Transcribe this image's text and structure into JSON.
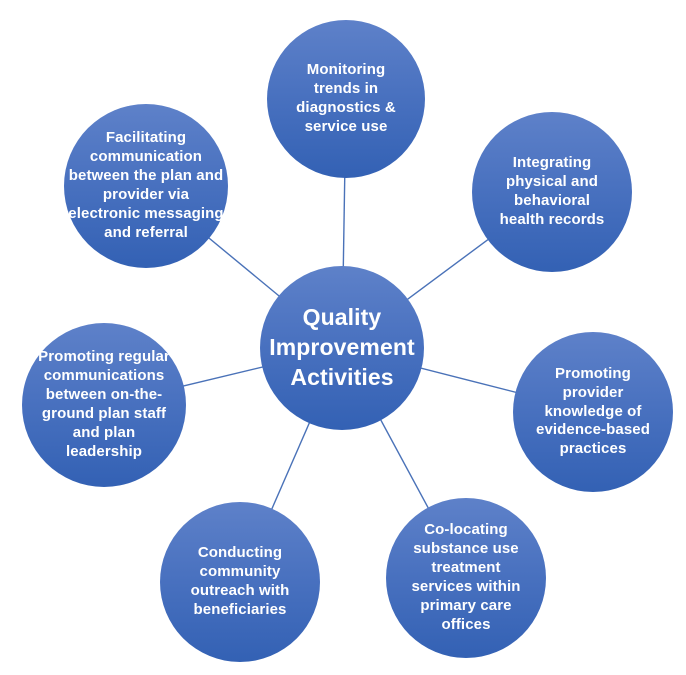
{
  "diagram": {
    "title": "Quality Improvement Activities",
    "center": {
      "label": "Quality Improvement Activities"
    },
    "nodes": [
      {
        "id": "monitoring-trends",
        "position": "top",
        "label": "Monitoring trends in diagnostics & service use"
      },
      {
        "id": "integrating-records",
        "position": "top-right",
        "label": "Integrating physical and behavioral health records"
      },
      {
        "id": "promoting-knowledge",
        "position": "right",
        "label": "Promoting provider knowledge of evidence-based practices"
      },
      {
        "id": "co-locating-services",
        "position": "bottom-right",
        "label": "Co-locating substance use treatment services within primary care offices"
      },
      {
        "id": "community-outreach",
        "position": "bottom-left",
        "label": "Conducting community outreach with beneficiaries"
      },
      {
        "id": "regular-communications",
        "position": "left",
        "label": "Promoting regular communications between on-the-ground plan staff and plan leadership"
      },
      {
        "id": "facilitating-communication",
        "position": "top-left",
        "label": "Facilitating communication between the plan and provider via electronic messaging and referral"
      }
    ],
    "colors": {
      "circle_gradient_top": "#5e81c9",
      "circle_gradient_bottom": "#3361b4",
      "connector_line": "#4a72b8",
      "text": "#ffffff",
      "background": "#ffffff"
    }
  }
}
